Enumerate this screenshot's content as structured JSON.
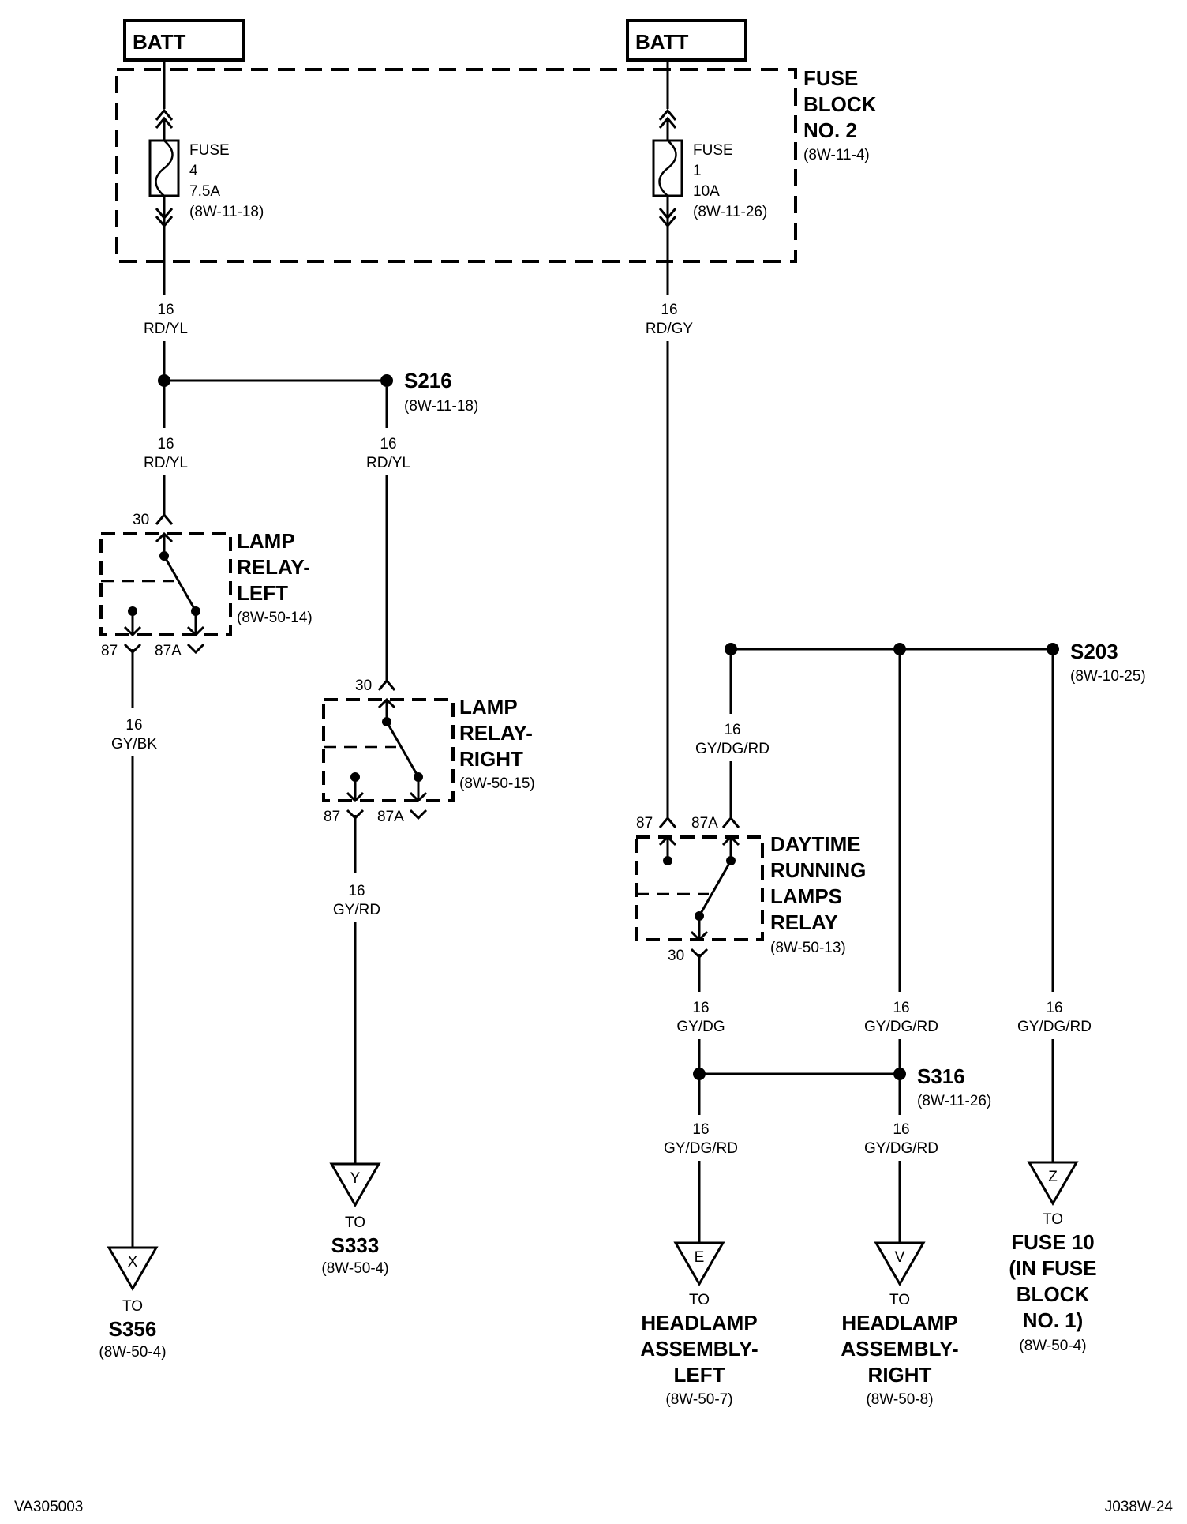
{
  "batt_left": "BATT",
  "batt_right": "BATT",
  "fuse_block": {
    "line1": "FUSE",
    "line2": "BLOCK",
    "line3": "NO. 2",
    "ref": "(8W-11-4)"
  },
  "fuse4": {
    "name": "FUSE",
    "num": "4",
    "rating": "7.5A",
    "ref": "(8W-11-18)"
  },
  "fuse1": {
    "name": "FUSE",
    "num": "1",
    "rating": "10A",
    "ref": "(8W-11-26)"
  },
  "wires": {
    "w1": {
      "gauge": "16",
      "color": "RD/YL"
    },
    "w2": {
      "gauge": "16",
      "color": "RD/GY"
    },
    "w3": {
      "gauge": "16",
      "color": "RD/YL"
    },
    "w4": {
      "gauge": "16",
      "color": "RD/YL"
    },
    "w5": {
      "gauge": "16",
      "color": "GY/BK"
    },
    "w6": {
      "gauge": "16",
      "color": "GY/RD"
    },
    "w7": {
      "gauge": "16",
      "color": "GY/DG/RD"
    },
    "w8": {
      "gauge": "16",
      "color": "GY/DG"
    },
    "w9": {
      "gauge": "16",
      "color": "GY/DG/RD"
    },
    "w10": {
      "gauge": "16",
      "color": "GY/DG/RD"
    },
    "w11": {
      "gauge": "16",
      "color": "GY/DG/RD"
    },
    "w12": {
      "gauge": "16",
      "color": "GY/DG/RD"
    }
  },
  "splices": {
    "s216": {
      "name": "S216",
      "ref": "(8W-11-18)"
    },
    "s203": {
      "name": "S203",
      "ref": "(8W-10-25)"
    },
    "s316": {
      "name": "S316",
      "ref": "(8W-11-26)"
    }
  },
  "relay_left": {
    "line1": "LAMP",
    "line2": "RELAY-",
    "line3": "LEFT",
    "ref": "(8W-50-14)",
    "pin30": "30",
    "pin87": "87",
    "pin87a": "87A"
  },
  "relay_right": {
    "line1": "LAMP",
    "line2": "RELAY-",
    "line3": "RIGHT",
    "ref": "(8W-50-15)",
    "pin30": "30",
    "pin87": "87",
    "pin87a": "87A"
  },
  "relay_drl": {
    "line1": "DAYTIME",
    "line2": "RUNNING",
    "line3": "LAMPS",
    "line4": "RELAY",
    "ref": "(8W-50-13)",
    "pin30": "30",
    "pin87": "87",
    "pin87a": "87A"
  },
  "conn_x": {
    "letter": "X",
    "to": "TO",
    "line1": "S356",
    "ref": "(8W-50-4)"
  },
  "conn_y": {
    "letter": "Y",
    "to": "TO",
    "line1": "S333",
    "ref": "(8W-50-4)"
  },
  "conn_e": {
    "letter": "E",
    "to": "TO",
    "line1": "HEADLAMP",
    "line2": "ASSEMBLY-",
    "line3": "LEFT",
    "ref": "(8W-50-7)"
  },
  "conn_v": {
    "letter": "V",
    "to": "TO",
    "line1": "HEADLAMP",
    "line2": "ASSEMBLY-",
    "line3": "RIGHT",
    "ref": "(8W-50-8)"
  },
  "conn_z": {
    "letter": "Z",
    "to": "TO",
    "line1": "FUSE 10",
    "line2": "(IN FUSE",
    "line3": "BLOCK",
    "line4": "NO. 1)",
    "ref": "(8W-50-4)"
  },
  "footer_left": "VA305003",
  "footer_right": "J038W-24"
}
